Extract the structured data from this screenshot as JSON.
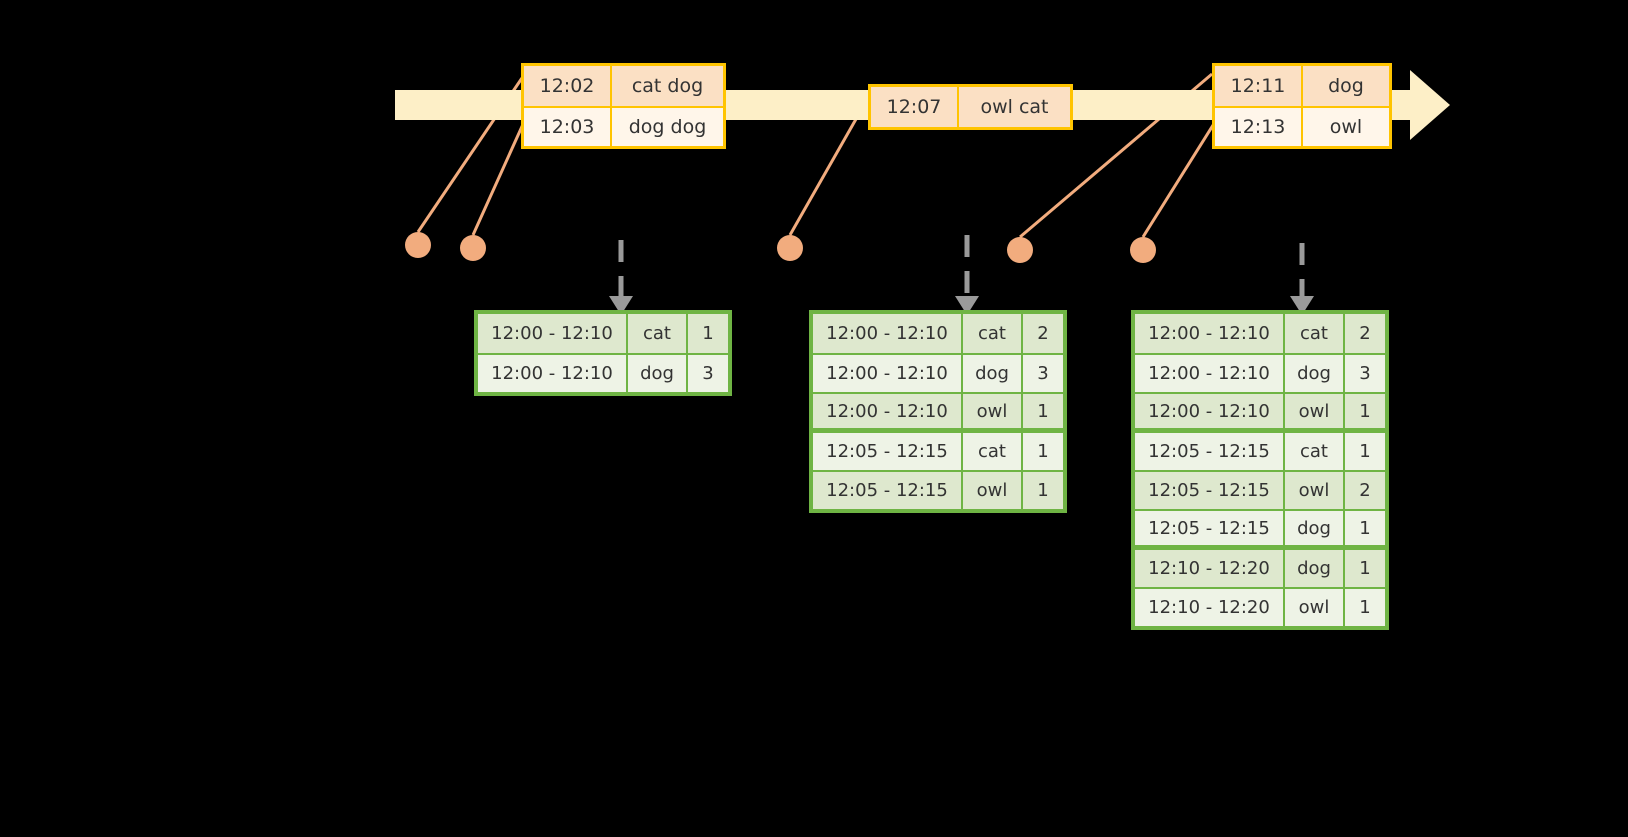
{
  "timeline": {
    "name": "event-stream-timeline",
    "bar_color": "#FDEFC7",
    "direction": "left-to-right"
  },
  "events": [
    {
      "id": "event-box-1",
      "rows": [
        {
          "time": "12:02",
          "text": "cat dog"
        },
        {
          "time": "12:03",
          "text": "dog dog"
        }
      ]
    },
    {
      "id": "event-box-2",
      "rows": [
        {
          "time": "12:07",
          "text": "owl cat"
        }
      ]
    },
    {
      "id": "event-box-3",
      "rows": [
        {
          "time": "12:11",
          "text": "dog"
        },
        {
          "time": "12:13",
          "text": "owl"
        }
      ]
    }
  ],
  "dots": [
    {
      "name": "event-marker-1"
    },
    {
      "name": "event-marker-2"
    },
    {
      "name": "event-marker-3"
    },
    {
      "name": "event-marker-4"
    },
    {
      "name": "event-marker-5"
    }
  ],
  "results": [
    {
      "id": "result-table-1",
      "name": "windowed-counts-table-1",
      "rows": [
        {
          "window": "12:00 - 12:10",
          "key": "cat",
          "count": "1"
        },
        {
          "window": "12:00 - 12:10",
          "key": "dog",
          "count": "3"
        }
      ]
    },
    {
      "id": "result-table-2",
      "name": "windowed-counts-table-2",
      "rows": [
        {
          "window": "12:00 - 12:10",
          "key": "cat",
          "count": "2"
        },
        {
          "window": "12:00 - 12:10",
          "key": "dog",
          "count": "3"
        },
        {
          "window": "12:00 - 12:10",
          "key": "owl",
          "count": "1"
        },
        {
          "window": "12:05 - 12:15",
          "key": "cat",
          "count": "1"
        },
        {
          "window": "12:05 - 12:15",
          "key": "owl",
          "count": "1"
        }
      ]
    },
    {
      "id": "result-table-3",
      "name": "windowed-counts-table-3",
      "rows": [
        {
          "window": "12:00 - 12:10",
          "key": "cat",
          "count": "2"
        },
        {
          "window": "12:00 - 12:10",
          "key": "dog",
          "count": "3"
        },
        {
          "window": "12:00 - 12:10",
          "key": "owl",
          "count": "1"
        },
        {
          "window": "12:05 - 12:15",
          "key": "cat",
          "count": "1"
        },
        {
          "window": "12:05 - 12:15",
          "key": "owl",
          "count": "2"
        },
        {
          "window": "12:05 - 12:15",
          "key": "dog",
          "count": "1"
        },
        {
          "window": "12:10 - 12:20",
          "key": "dog",
          "count": "1"
        },
        {
          "window": "12:10 - 12:20",
          "key": "owl",
          "count": "1"
        }
      ]
    }
  ],
  "colors": {
    "background": "#000000",
    "timeline_fill": "#FDEFC7",
    "event_border": "#FFC400",
    "event_fill_light": "#FFF6EA",
    "event_fill_shade": "#FBE0C4",
    "dot_fill": "#F2AC7E",
    "connector_line": "#F2AC7E",
    "table_border": "#6FB444",
    "table_fill_light": "#EEF3E6",
    "table_fill_shade": "#DEE8CE",
    "dashed_arrow": "#9A9A9A",
    "text": "#333333"
  }
}
